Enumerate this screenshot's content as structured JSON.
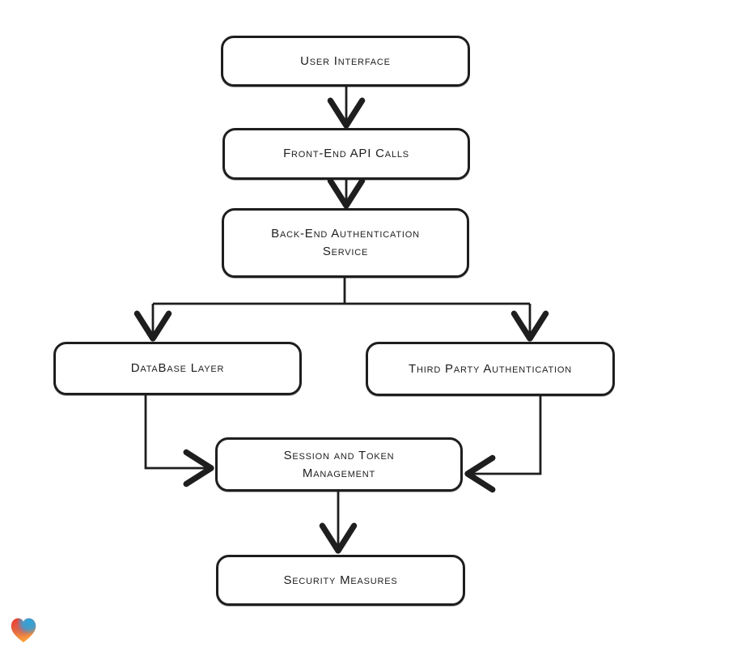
{
  "diagram": {
    "nodes": [
      {
        "id": "user-interface",
        "lines": [
          "User Interface"
        ]
      },
      {
        "id": "front-end-api-calls",
        "lines": [
          "Front-End API Calls"
        ]
      },
      {
        "id": "back-end-authentication-service",
        "lines": [
          "Back-End Authentication",
          "Service"
        ]
      },
      {
        "id": "database-layer",
        "lines": [
          "DataBase Layer"
        ]
      },
      {
        "id": "third-party-authentication",
        "lines": [
          "Third Party Authentication"
        ]
      },
      {
        "id": "session-and-token-management",
        "lines": [
          "Session and Token",
          "Management"
        ]
      },
      {
        "id": "security-measures",
        "lines": [
          "Security Measures"
        ]
      }
    ],
    "edges": [
      {
        "from": "user-interface",
        "to": "front-end-api-calls"
      },
      {
        "from": "front-end-api-calls",
        "to": "back-end-authentication-service"
      },
      {
        "from": "back-end-authentication-service",
        "to": "database-layer"
      },
      {
        "from": "back-end-authentication-service",
        "to": "third-party-authentication"
      },
      {
        "from": "database-layer",
        "to": "session-and-token-management"
      },
      {
        "from": "third-party-authentication",
        "to": "session-and-token-management"
      },
      {
        "from": "session-and-token-management",
        "to": "security-measures"
      }
    ],
    "style": {
      "stroke_color": "#1e1e1e",
      "background": "#ffffff"
    }
  },
  "logo": {
    "name": "gradient-heart-badge",
    "colors": {
      "red": "#ee3b33",
      "blue": "#2ba6de",
      "purple": "#8b5fb3",
      "orange": "#f9a13c"
    }
  }
}
